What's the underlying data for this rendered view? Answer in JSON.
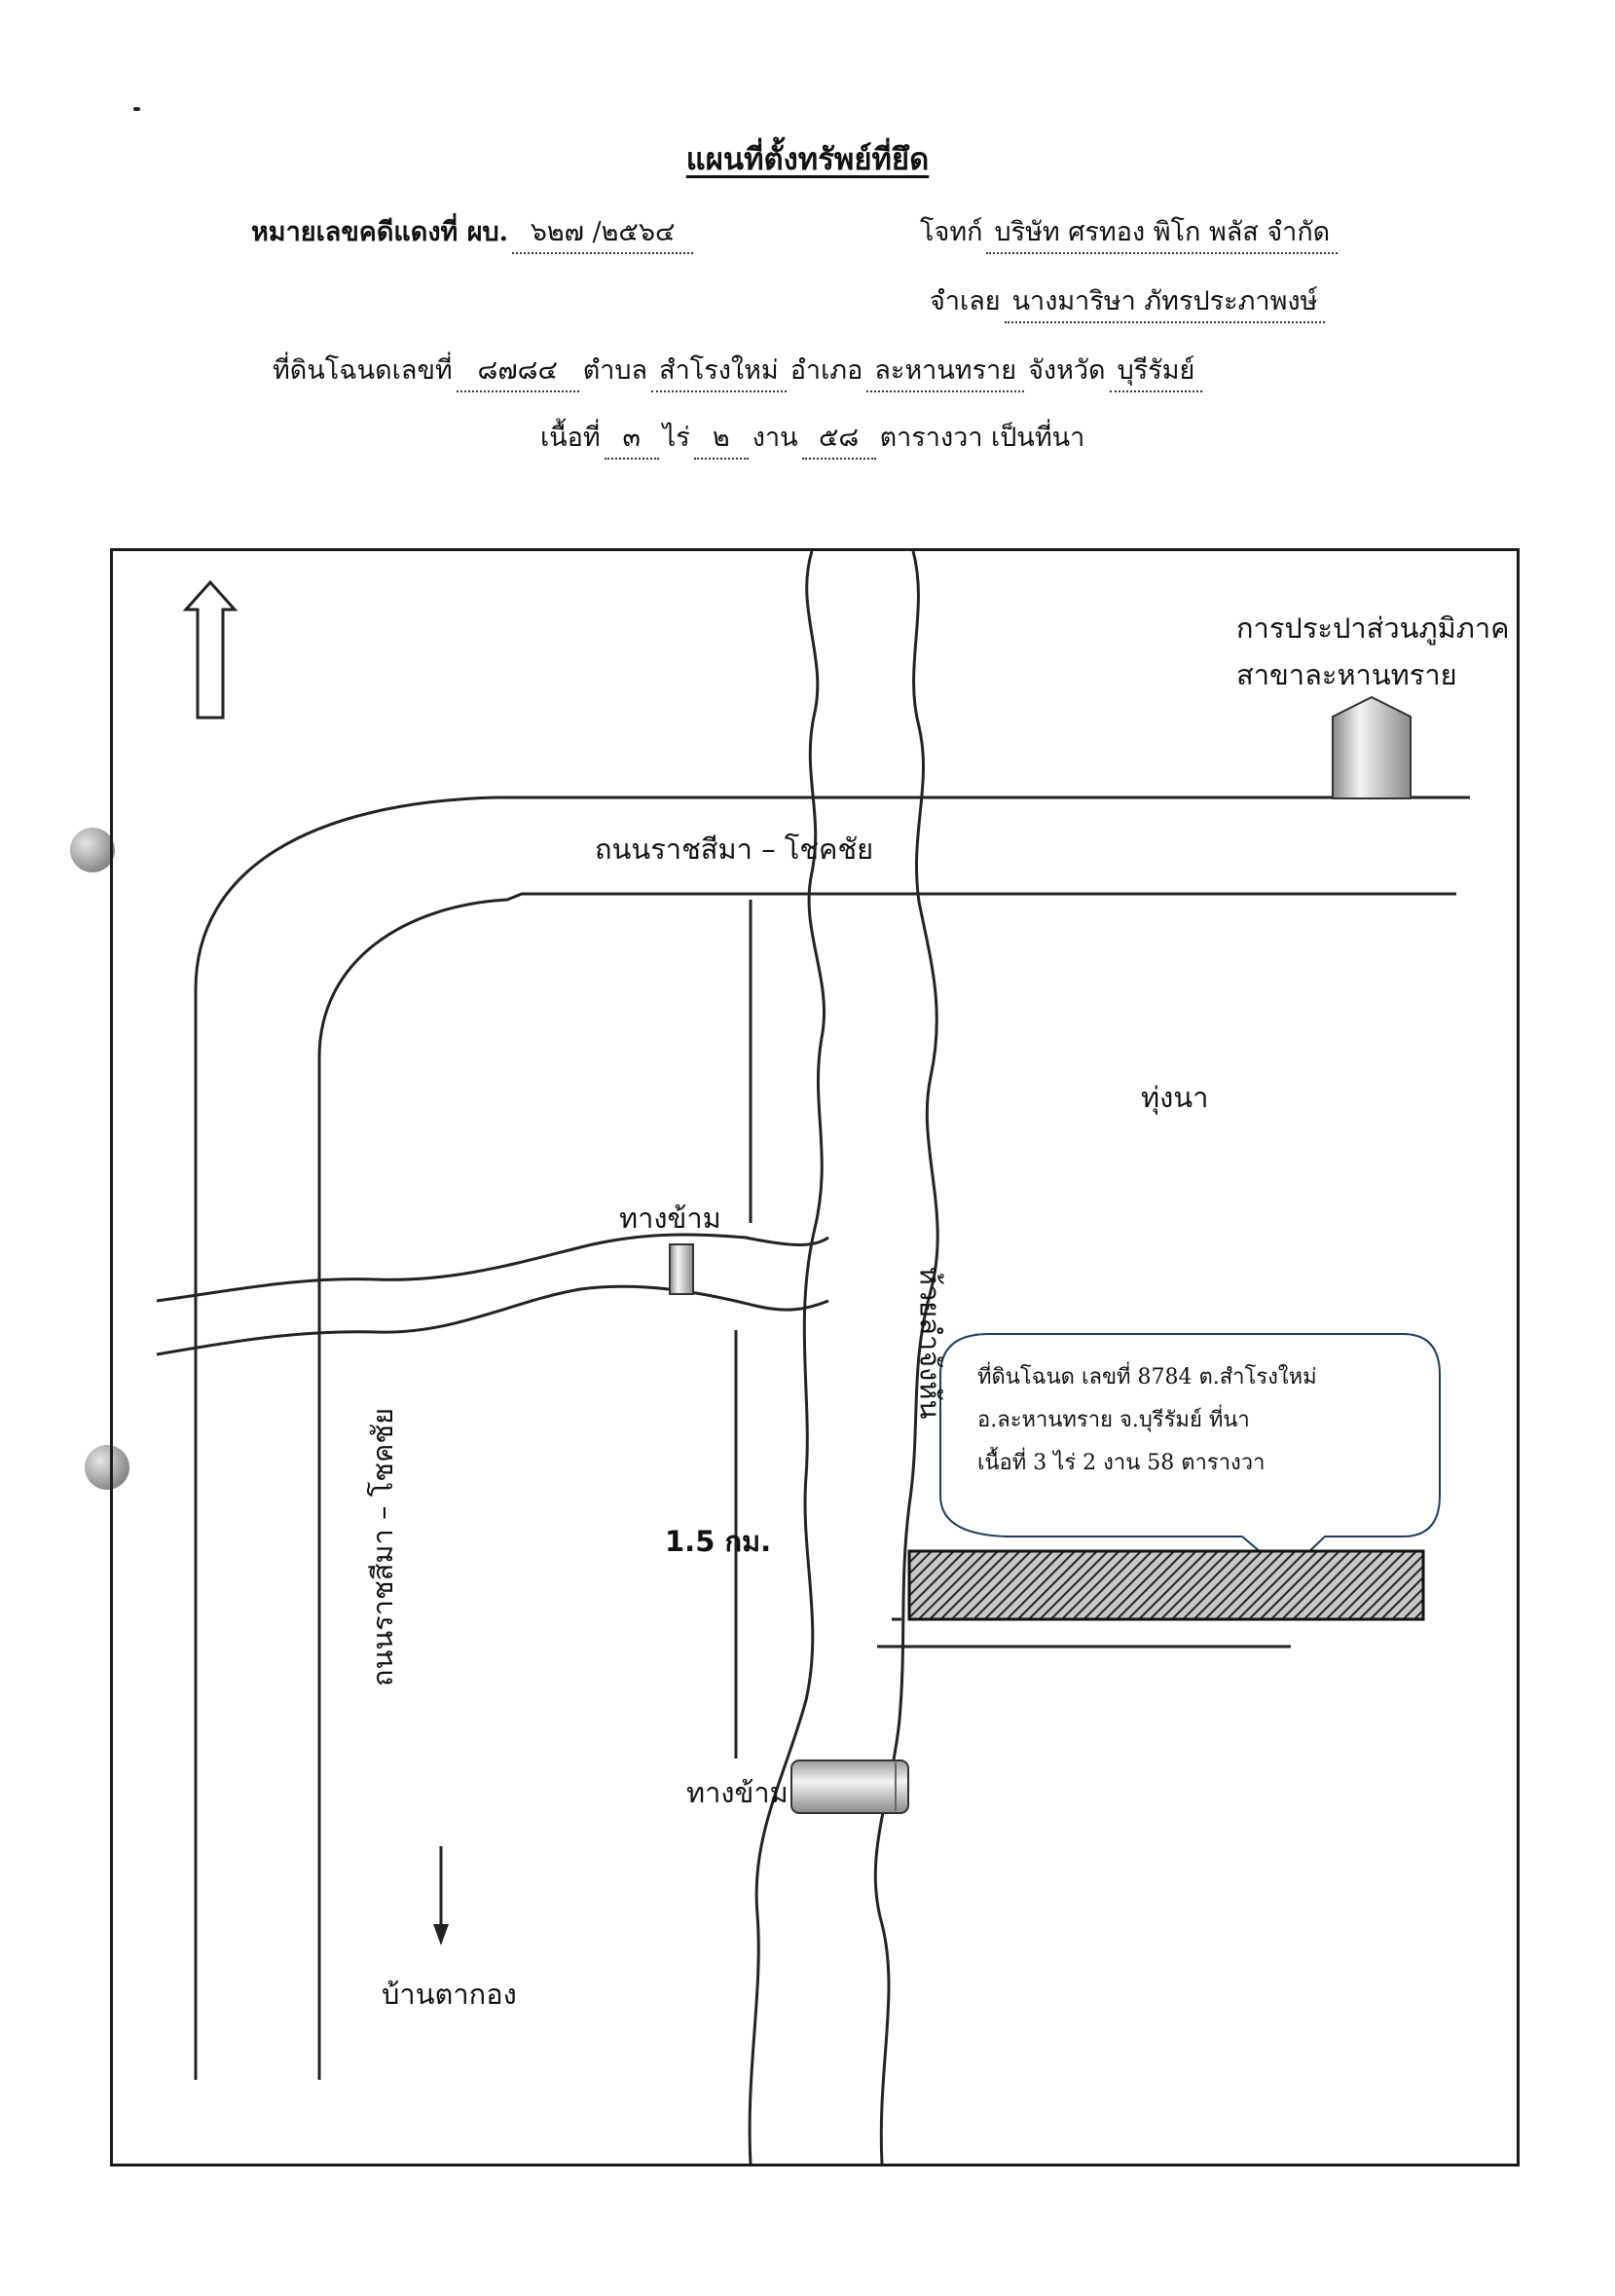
{
  "title": "แผนที่ตั้งทรัพย์ที่ยึด",
  "header": {
    "case_label": "หมายเลขคดีแดงที่ ผบ.",
    "case_number": "๖๒๗ /๒๕๖๔",
    "plaintiff_label": "โจทก์",
    "plaintiff": "บริษัท ศรทอง พิโก พลัส จำกัด",
    "defendant_label": "จำเลย",
    "defendant": "นางมาริษา ภัทรประภาพงษ์",
    "deed_label": "ที่ดินโฉนดเลขที่",
    "deed_number": "๘๗๘๔",
    "subdistrict_label": "ตำบล",
    "subdistrict": "สำโรงใหม่",
    "district_label": "อำเภอ",
    "district": "ละหานทราย",
    "province_label": "จังหวัด",
    "province": "บุรีรัมย์",
    "area_label": "เนื้อที่",
    "rai": "๓",
    "rai_label": "ไร่",
    "ngan": "๒",
    "ngan_label": "งาน",
    "wah": "๕๘",
    "wah_label": "ตารางวา เป็นที่นา"
  },
  "map": {
    "waterworks_line1": "การประปาส่วนภูมิภาค",
    "waterworks_line2": "สาขาละหานทราย",
    "highway_label": "ถนนราชสีมา – โชคชัย",
    "side_road_label": "ถนนราชสีมา – โชคชัย",
    "field_label": "ทุ่งนา",
    "crossing_label_1": "ทางข้าม",
    "crossing_label_2": "ทางข้าม",
    "stream_label": "ห้วยลำจังหัน",
    "distance_label": "1.5 กม.",
    "village_label": "บ้านตากอง",
    "callout_line1": "ที่ดินโฉนด เลขที่ 8784 ต.สำโรงใหม่",
    "callout_line2": "อ.ละหานทราย จ.บุรีรัมย์ ที่นา",
    "callout_line3": "เนื้อที่ 3 ไร่ 2 งาน 58 ตารางวา",
    "north_arrow_icon": "north-arrow-icon",
    "south_arrow_icon": "south-arrow-icon",
    "building_icon": "building-icon",
    "parcel_fill": "#3a3a3a"
  }
}
